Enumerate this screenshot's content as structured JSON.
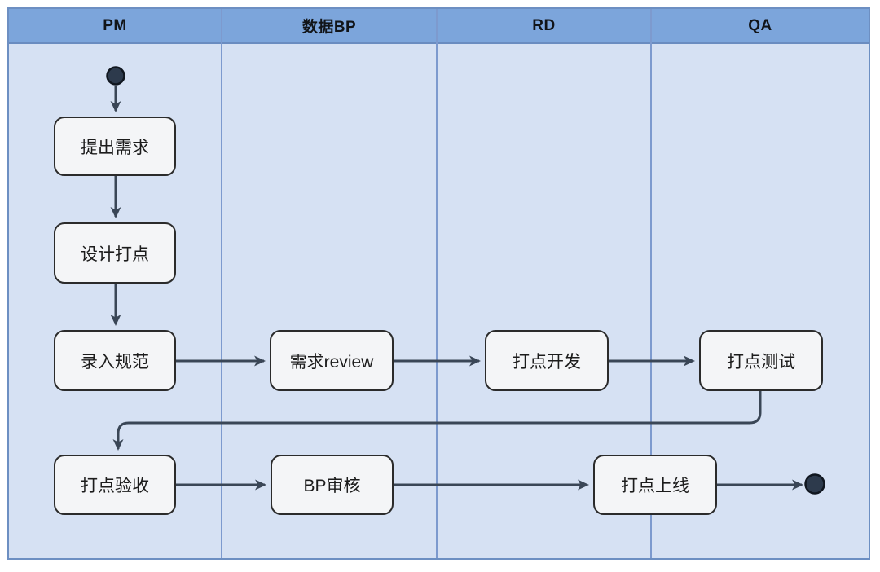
{
  "diagram": {
    "kind": "swimlane-activity-flowchart",
    "lanes": [
      {
        "label": "PM"
      },
      {
        "label": "数据BP"
      },
      {
        "label": "RD"
      },
      {
        "label": "QA"
      }
    ],
    "activities": [
      {
        "label": "提出需求",
        "lane": "PM"
      },
      {
        "label": "设计打点",
        "lane": "PM"
      },
      {
        "label": "录入规范",
        "lane": "PM"
      },
      {
        "label": "需求review",
        "lane": "数据BP"
      },
      {
        "label": "打点开发",
        "lane": "RD"
      },
      {
        "label": "打点测试",
        "lane": "QA"
      },
      {
        "label": "打点验收",
        "lane": "PM"
      },
      {
        "label": "BP审核",
        "lane": "数据BP"
      },
      {
        "label": "打点上线",
        "lane": "RD/QA"
      }
    ],
    "terminals": [
      {
        "type": "start",
        "lane": "PM"
      },
      {
        "type": "end",
        "lane": "QA"
      }
    ],
    "edges": [
      {
        "from": "start",
        "to": "提出需求"
      },
      {
        "from": "提出需求",
        "to": "设计打点"
      },
      {
        "from": "设计打点",
        "to": "录入规范"
      },
      {
        "from": "录入规范",
        "to": "需求review"
      },
      {
        "from": "需求review",
        "to": "打点开发"
      },
      {
        "from": "打点开发",
        "to": "打点测试"
      },
      {
        "from": "打点测试",
        "to": "打点验收"
      },
      {
        "from": "打点验收",
        "to": "BP审核"
      },
      {
        "from": "BP审核",
        "to": "打点上线"
      },
      {
        "from": "打点上线",
        "to": "end"
      }
    ],
    "colors": {
      "page_background": "#ffffff",
      "lane_header_fill": "#7ca5db",
      "lane_body_fill": "#d6e1f3",
      "lane_divider": "#7d9ace",
      "frame_border": "#6d8fc2",
      "activity_fill": "#f4f5f7",
      "activity_border": "#2b2b2b",
      "connector": "#3a4656",
      "terminal_fill": "#2d3a4c"
    }
  }
}
